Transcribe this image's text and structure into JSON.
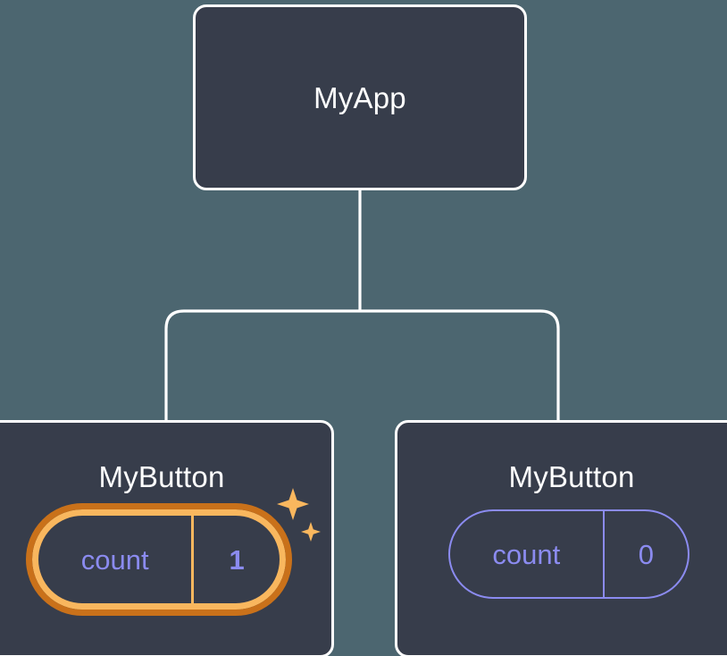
{
  "diagram": {
    "type": "component-tree",
    "title_visible": false,
    "background_color": "#4C6670",
    "node_fill_color": "#373D4B",
    "node_border_color": "#FFFFFF",
    "edge_color": "#FFFFFF",
    "state_text_color": "#8B8BF0",
    "highlight_inner_color": "#F9B75E",
    "highlight_outer_color": "#C9711A",
    "sparkle_color": "#F9B75E"
  },
  "root": {
    "label": "MyApp"
  },
  "children": [
    {
      "label": "MyButton",
      "state": {
        "key": "count",
        "value": "1"
      },
      "highlighted": true,
      "sparkles": true
    },
    {
      "label": "MyButton",
      "state": {
        "key": "count",
        "value": "0"
      },
      "highlighted": false,
      "sparkles": false
    }
  ],
  "icons": {
    "sparkle_large": "sparkle-icon",
    "sparkle_small": "sparkle-small-icon"
  }
}
